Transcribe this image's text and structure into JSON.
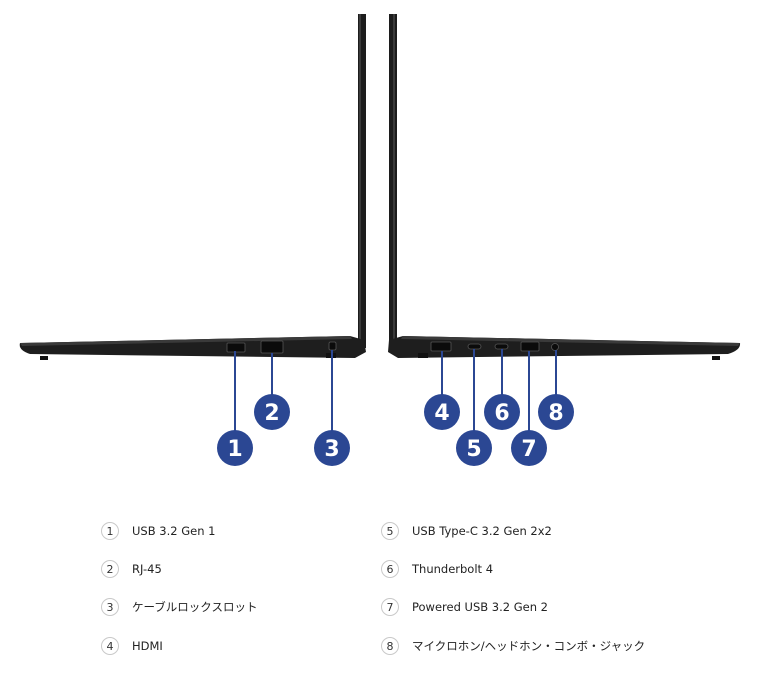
{
  "accent_color": "#2b4793",
  "ports": [
    {
      "number": "1",
      "label": "USB 3.2 Gen 1"
    },
    {
      "number": "2",
      "label": "RJ-45"
    },
    {
      "number": "3",
      "label": "ケーブルロックスロット"
    },
    {
      "number": "4",
      "label": "HDMI"
    },
    {
      "number": "5",
      "label": "USB Type-C 3.2 Gen 2x2"
    },
    {
      "number": "6",
      "label": "Thunderbolt 4"
    },
    {
      "number": "7",
      "label": "Powered USB 3.2 Gen 2"
    },
    {
      "number": "8",
      "label": "マイクロホン/ヘッドホン・コンボ・ジャック"
    }
  ]
}
